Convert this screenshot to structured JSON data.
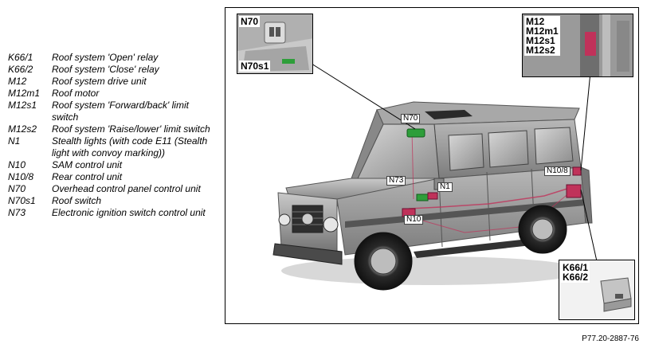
{
  "legend": [
    {
      "code": "K66/1",
      "desc": "Roof system 'Open' relay"
    },
    {
      "code": "K66/2",
      "desc": "Roof system 'Close' relay"
    },
    {
      "code": "M12",
      "desc": "Roof system drive unit"
    },
    {
      "code": "M12m1",
      "desc": "Roof motor"
    },
    {
      "code": "M12s1",
      "desc": "Roof system 'Forward/back' limit switch"
    },
    {
      "code": "M12s2",
      "desc": "Roof system 'Raise/lower' limit switch"
    },
    {
      "code": "N1",
      "desc": "Stealth lights (with code E11 (Stealth light with convoy marking))"
    },
    {
      "code": "N10",
      "desc": "SAM control unit"
    },
    {
      "code": "N10/8",
      "desc": "Rear control unit"
    },
    {
      "code": "N70",
      "desc": "Overhead control panel control unit"
    },
    {
      "code": "N70s1",
      "desc": "Roof switch"
    },
    {
      "code": "N73",
      "desc": "Electronic ignition switch control unit"
    }
  ],
  "insets": {
    "n70_title": "N70",
    "n70_sub": "N70s1",
    "m12_labels": "M12\nM12m1\nM12s1\nM12s2",
    "k66_labels": "K66/1\nK66/2"
  },
  "callouts": {
    "n70": "N70",
    "n73": "N73",
    "n1": "N1",
    "n10": "N10",
    "n10_8": "N10/8"
  },
  "reference": "P77.20-2887-76",
  "colors": {
    "vehicle_body": "#9a9a9a",
    "component_green": "#2e9e3a",
    "component_red": "#c0325a"
  }
}
